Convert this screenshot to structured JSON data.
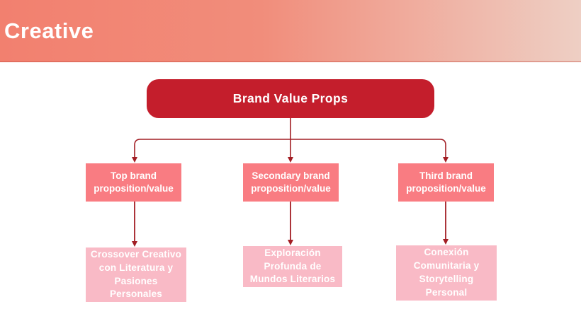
{
  "header": {
    "title": "Creative",
    "gradient_from": "#F2806F",
    "gradient_mid": "#F18D7B",
    "gradient_to": "#EECFC4"
  },
  "diagram": {
    "root": {
      "label": "Brand Value Props",
      "bg": "#C41E2C",
      "text_color": "#FFFFFF"
    },
    "mid_nodes": [
      {
        "label": "Top brand proposition/value",
        "bg": "#F97C82"
      },
      {
        "label": "Secondary brand proposition/value",
        "bg": "#F97C82"
      },
      {
        "label": "Third brand proposition/value",
        "bg": "#F97C82"
      }
    ],
    "leaf_nodes": [
      {
        "label": "Crossover Creativo con Literatura y Pasiones Personales",
        "bg": "#F9BAC6"
      },
      {
        "label": "Exploración Profunda de Mundos Literarios",
        "bg": "#F9BAC6"
      },
      {
        "label": "Conexión Comunitaria y Storytelling Personal",
        "bg": "#F9BAC6"
      }
    ],
    "connector_color": "#A21E24"
  }
}
